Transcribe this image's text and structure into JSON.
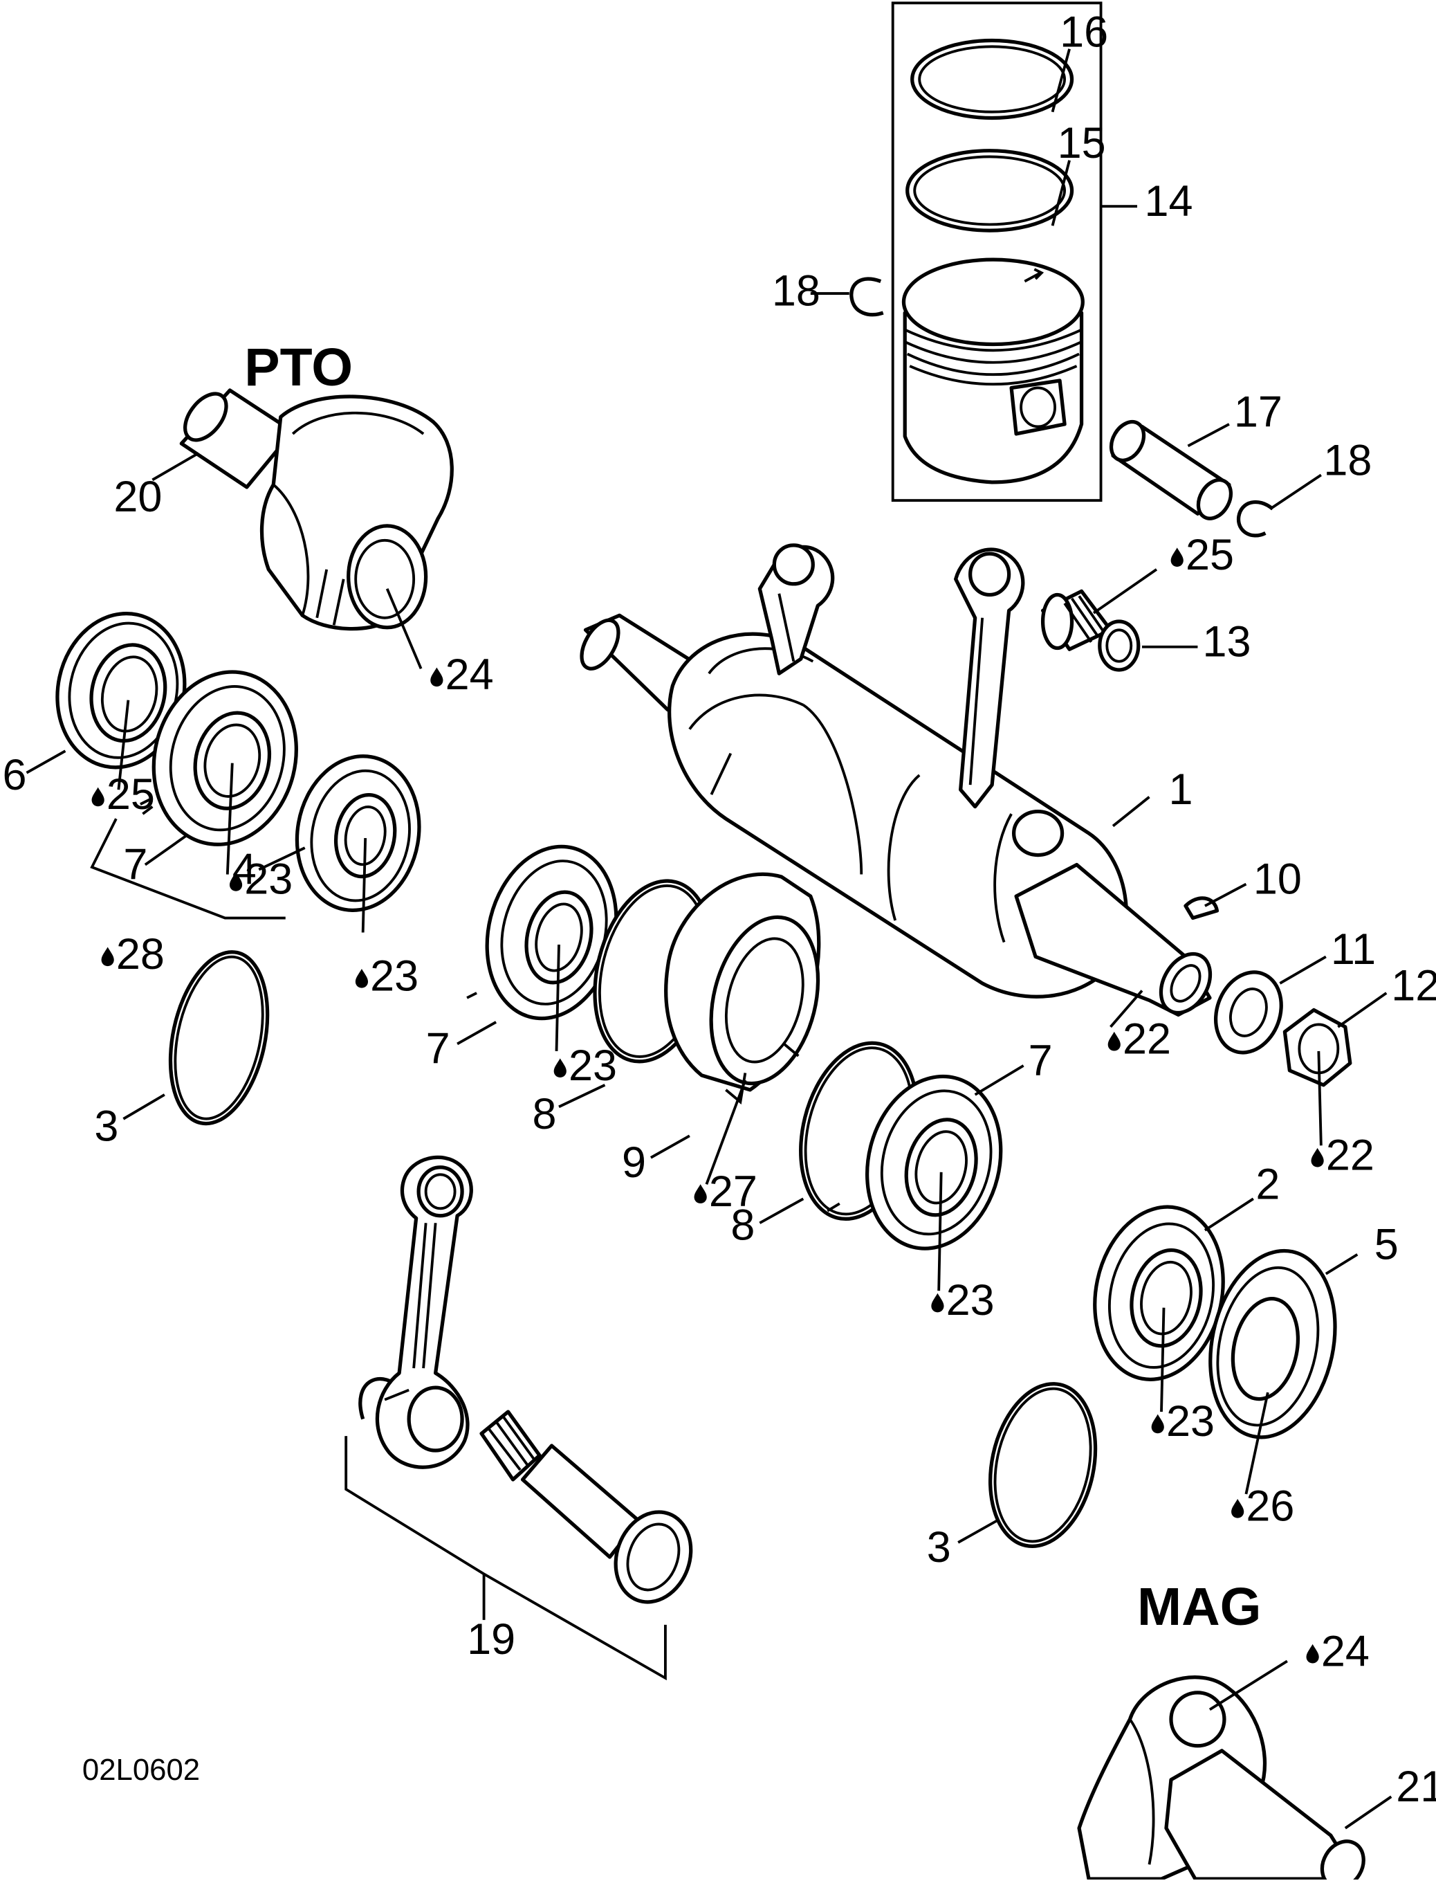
{
  "titles": {
    "pto": "PTO",
    "mag": "MAG"
  },
  "figure_code": "02L0602",
  "oil_drop_icon": "oil-drop-icon",
  "callouts": [
    {
      "id": "c16",
      "text": "16",
      "oil": false
    },
    {
      "id": "c15",
      "text": "15",
      "oil": false
    },
    {
      "id": "c14",
      "text": "14",
      "oil": false
    },
    {
      "id": "c18a",
      "text": "18",
      "oil": false
    },
    {
      "id": "c17",
      "text": "17",
      "oil": false
    },
    {
      "id": "c18b",
      "text": "18",
      "oil": false
    },
    {
      "id": "c20",
      "text": "20",
      "oil": false
    },
    {
      "id": "c24a",
      "text": "24",
      "oil": true
    },
    {
      "id": "c25a",
      "text": "25",
      "oil": true
    },
    {
      "id": "c13",
      "text": "13",
      "oil": false
    },
    {
      "id": "c6",
      "text": "6",
      "oil": false
    },
    {
      "id": "c25b",
      "text": "25",
      "oil": true
    },
    {
      "id": "c7a",
      "text": "7",
      "oil": false
    },
    {
      "id": "c23a",
      "text": "23",
      "oil": true
    },
    {
      "id": "c4",
      "text": "4",
      "oil": false
    },
    {
      "id": "c28",
      "text": "28",
      "oil": true
    },
    {
      "id": "c23b",
      "text": "23",
      "oil": true
    },
    {
      "id": "c1",
      "text": "1",
      "oil": false
    },
    {
      "id": "c10",
      "text": "10",
      "oil": false
    },
    {
      "id": "c11",
      "text": "11",
      "oil": false
    },
    {
      "id": "c12",
      "text": "12",
      "oil": false
    },
    {
      "id": "c22a",
      "text": "22",
      "oil": true
    },
    {
      "id": "c7b",
      "text": "7",
      "oil": false
    },
    {
      "id": "c23c",
      "text": "23",
      "oil": true
    },
    {
      "id": "c3a",
      "text": "3",
      "oil": false
    },
    {
      "id": "c8a",
      "text": "8",
      "oil": false
    },
    {
      "id": "c9",
      "text": "9",
      "oil": false
    },
    {
      "id": "c27",
      "text": "27",
      "oil": true
    },
    {
      "id": "c7c",
      "text": "7",
      "oil": false
    },
    {
      "id": "c8b",
      "text": "8",
      "oil": false
    },
    {
      "id": "c22b",
      "text": "22",
      "oil": true
    },
    {
      "id": "c23d",
      "text": "23",
      "oil": true
    },
    {
      "id": "c2",
      "text": "2",
      "oil": false
    },
    {
      "id": "c5",
      "text": "5",
      "oil": false
    },
    {
      "id": "c23e",
      "text": "23",
      "oil": true
    },
    {
      "id": "c26",
      "text": "26",
      "oil": true
    },
    {
      "id": "c3b",
      "text": "3",
      "oil": false
    },
    {
      "id": "c19",
      "text": "19",
      "oil": false
    },
    {
      "id": "c24b",
      "text": "24",
      "oil": true
    },
    {
      "id": "c21",
      "text": "21",
      "oil": false
    }
  ]
}
